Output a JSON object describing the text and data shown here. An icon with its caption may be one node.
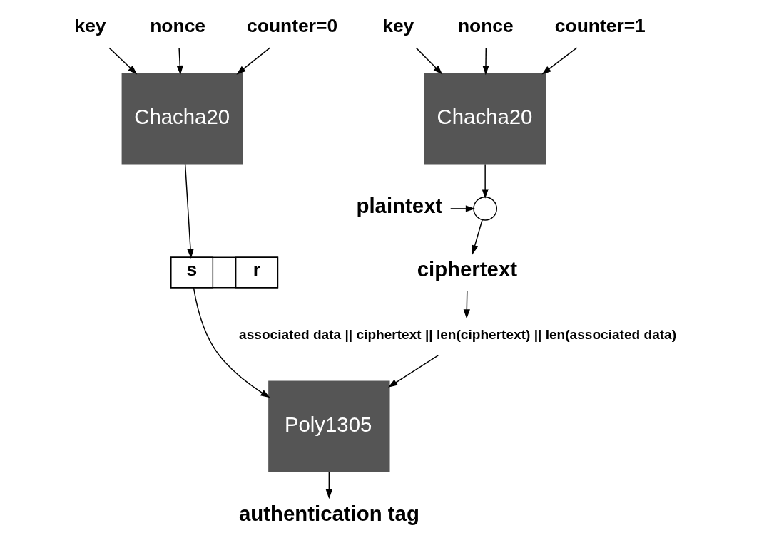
{
  "diagram": {
    "nodes": [
      {
        "text": [
          "key"
        ]
      },
      {
        "text": [
          "counter=0"
        ]
      },
      {
        "text": [
          "nonce"
        ]
      },
      {
        "text": [
          "Chacha20"
        ]
      },
      {
        "text": [],
        "shape": "box"
      },
      {
        "text": [
          "r"
        ],
        "in": 4
      },
      {
        "text": [
          "s"
        ],
        "in": 4
      },
      {
        "text": [
          "key"
        ]
      },
      {
        "text": [
          "counter=1"
        ]
      },
      {
        "text": [
          "nonce"
        ]
      },
      {
        "text": [
          "Chacha20"
        ]
      },
      {
        "text": [
          "plaintext"
        ]
      },
      {
        "text": [],
        "shape": "circle"
      },
      {
        "text": [
          "ciphertext"
        ]
      },
      {
        "text": [
          "associated data || ciphertext || len(ciphertext) || len(associated data)"
        ]
      },
      {
        "text": [
          "Poly1305"
        ]
      },
      {
        "text": [
          "authentication tag"
        ]
      }
    ],
    "edges": [
      {
        "from": 0,
        "to": 3,
        "arrow": "to"
      },
      {
        "from": 2,
        "to": 3,
        "arrow": "to"
      },
      {
        "from": 1,
        "to": 3,
        "arrow": "to"
      },
      {
        "from": 3,
        "to": 4,
        "arrow": "to"
      },
      {
        "from": 4,
        "to": 15,
        "arrow": "to"
      },
      {
        "from": 7,
        "to": 10,
        "arrow": "to"
      },
      {
        "from": 9,
        "to": 10,
        "arrow": "to"
      },
      {
        "from": 8,
        "to": 10,
        "arrow": "to"
      },
      {
        "from": 10,
        "to": 12,
        "arrow": "to"
      },
      {
        "from": 11,
        "to": 12,
        "arrow": "to"
      },
      {
        "from": 12,
        "to": 13,
        "arrow": "to"
      },
      {
        "from": 13,
        "to": 14,
        "arrow": "to"
      },
      {
        "from": 14,
        "to": 15,
        "arrow": "to"
      },
      {
        "from": 15,
        "to": 16,
        "arrow": "to"
      }
    ]
  }
}
